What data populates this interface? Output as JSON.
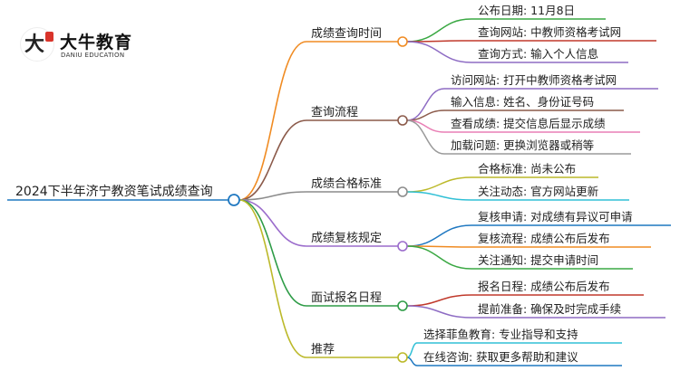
{
  "logo": {
    "cn": "大牛教育",
    "en": "DANIU EDUCATION"
  },
  "root": {
    "label": "2024下半年济宁教资笔试成绩查询",
    "color": "#1f78c1"
  },
  "branches": [
    {
      "id": "b0",
      "label": "成绩查询时间",
      "color": "#f08b22",
      "leaves": [
        {
          "label": "公布日期: 11月8日",
          "color": "#3aa843"
        },
        {
          "label": "查询网站: 中教师资格考试网",
          "color": "#c0392b"
        },
        {
          "label": "查询方式: 输入个人信息",
          "color": "#8e6cc4"
        }
      ]
    },
    {
      "id": "b1",
      "label": "查询流程",
      "color": "#8b5a4a",
      "leaves": [
        {
          "label": "访问网站: 打开中教师资格考试网",
          "color": "#8e6cc4"
        },
        {
          "label": "输入信息: 姓名、身份证号码",
          "color": "#8b5a4a"
        },
        {
          "label": "查看成绩: 提交信息后显示成绩",
          "color": "#e97fb5"
        },
        {
          "label": "加载问题: 更换浏览器或稍等",
          "color": "#9a9a9a"
        }
      ]
    },
    {
      "id": "b2",
      "label": "成绩合格标准",
      "color": "#8c8c8c",
      "leaves": [
        {
          "label": "合格标准: 尚未公布",
          "color": "#bcb92a"
        },
        {
          "label": "关注动态: 官方网站更新",
          "color": "#31c0d6"
        }
      ]
    },
    {
      "id": "b3",
      "label": "成绩复核规定",
      "color": "#9b6ccc",
      "leaves": [
        {
          "label": "复核申请: 对成绩有异议可申请",
          "color": "#1f78c1"
        },
        {
          "label": "复核流程: 成绩公布后发布",
          "color": "#f08b22"
        },
        {
          "label": "关注通知: 提交申请时间",
          "color": "#3aa843"
        }
      ]
    },
    {
      "id": "b4",
      "label": "面试报名日程",
      "color": "#2e9c47",
      "leaves": [
        {
          "label": "报名日程: 成绩公布后发布",
          "color": "#c0392b"
        },
        {
          "label": "提前准备: 确保及时完成手续",
          "color": "#8e6cc4"
        }
      ]
    },
    {
      "id": "b5",
      "label": "推荐",
      "color": "#bcb92a",
      "leaves": [
        {
          "label": "选择菲鱼教育: 专业指导和支持",
          "color": "#31c0d6"
        },
        {
          "label": "在线咨询: 获取更多帮助和建议",
          "color": "#1f78c1"
        }
      ]
    }
  ]
}
